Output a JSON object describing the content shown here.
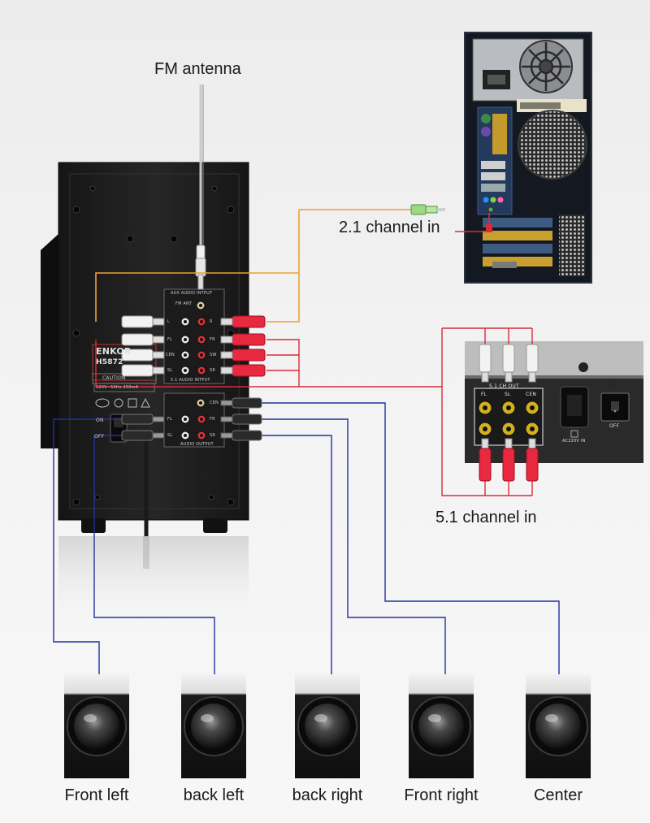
{
  "labels": {
    "fm_antenna": "FM antenna",
    "ch21_in": "2.1 channel in",
    "ch51_in": "5.1 channel in"
  },
  "subwoofer_panel": {
    "brand": "ENKOR",
    "model": "H5872",
    "caution": "CAUTION",
    "power_rating": "220V~50Hz 250mA",
    "aux_input": "AUX AUDIO INTPUT",
    "fm_ant": "FM ANT",
    "audio_input_51": "5.1 AUDIO INTPUT",
    "audio_output": "AUDIO OUTPUT",
    "power_on": "ON",
    "power_off": "OFF",
    "jacks_left": [
      "L",
      "FL",
      "CEN",
      "SL"
    ],
    "jacks_right": [
      "R",
      "FR",
      "SW",
      "SR"
    ],
    "out_left": [
      "",
      "FL",
      "SL"
    ],
    "out_right": [
      "CEN",
      "FR",
      "SR"
    ]
  },
  "source_panel": {
    "out_title": "5.1 CH OUT",
    "jacks": [
      "FL",
      "SL",
      "CEN"
    ],
    "ac_label": "AC220V IN",
    "switch_on": "ON",
    "switch_off": "OFF"
  },
  "speakers": [
    "Front left",
    "back left",
    "back right",
    "Front right",
    "Center"
  ],
  "colors": {
    "orange_wire": "#f0a030",
    "red_wire": "#d92b3a",
    "blue_wire": "#2230a0",
    "panel": "#1d1d1d",
    "plug_red": "#e8293f",
    "plug_white": "#f2f2f2"
  }
}
